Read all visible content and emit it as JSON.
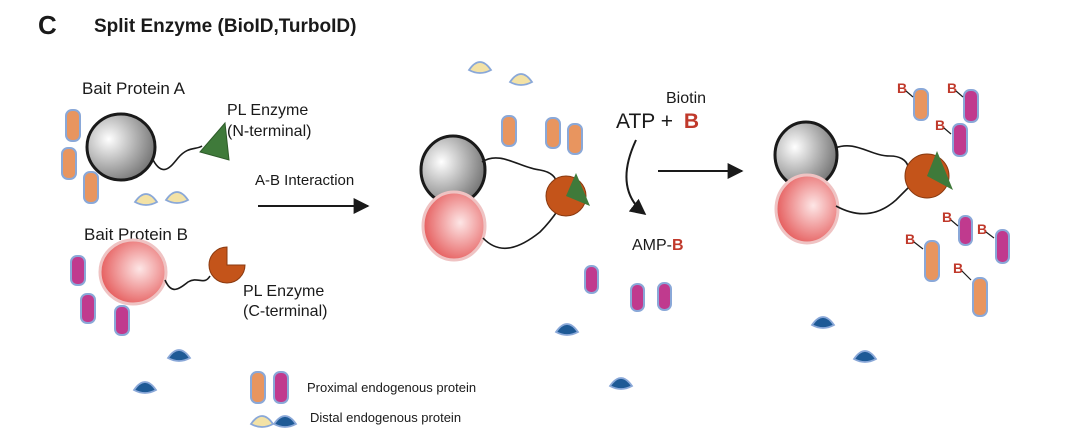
{
  "panel_letter": "C",
  "title": "Split Enzyme (BioID,TurboID)",
  "labels": {
    "bait_a": "Bait Protein A",
    "bait_b": "Bait Protein B",
    "pl_n_line1": "PL Enzyme",
    "pl_n_line2": "(N-terminal)",
    "pl_c_line1": "PL Enzyme",
    "pl_c_line2": "(C-terminal)",
    "interaction": "A-B Interaction",
    "biotin": "Biotin",
    "atp_plus": "ATP +",
    "b_mark": "B",
    "amp": "AMP-"
  },
  "legend": {
    "proximal": "Proximal endogenous protein",
    "distal": "Distal endogenous protein"
  },
  "colors": {
    "proximal_orange": "#e8955f",
    "proximal_magenta": "#c03a8e",
    "distal_yellow": "#f3e2a6",
    "distal_blue": "#1e5a96",
    "outline_blue": "#8aa8d8",
    "enzyme_c": "#c4541a",
    "enzyme_n": "#3f7a3a",
    "biotin_red": "#c0392b"
  }
}
